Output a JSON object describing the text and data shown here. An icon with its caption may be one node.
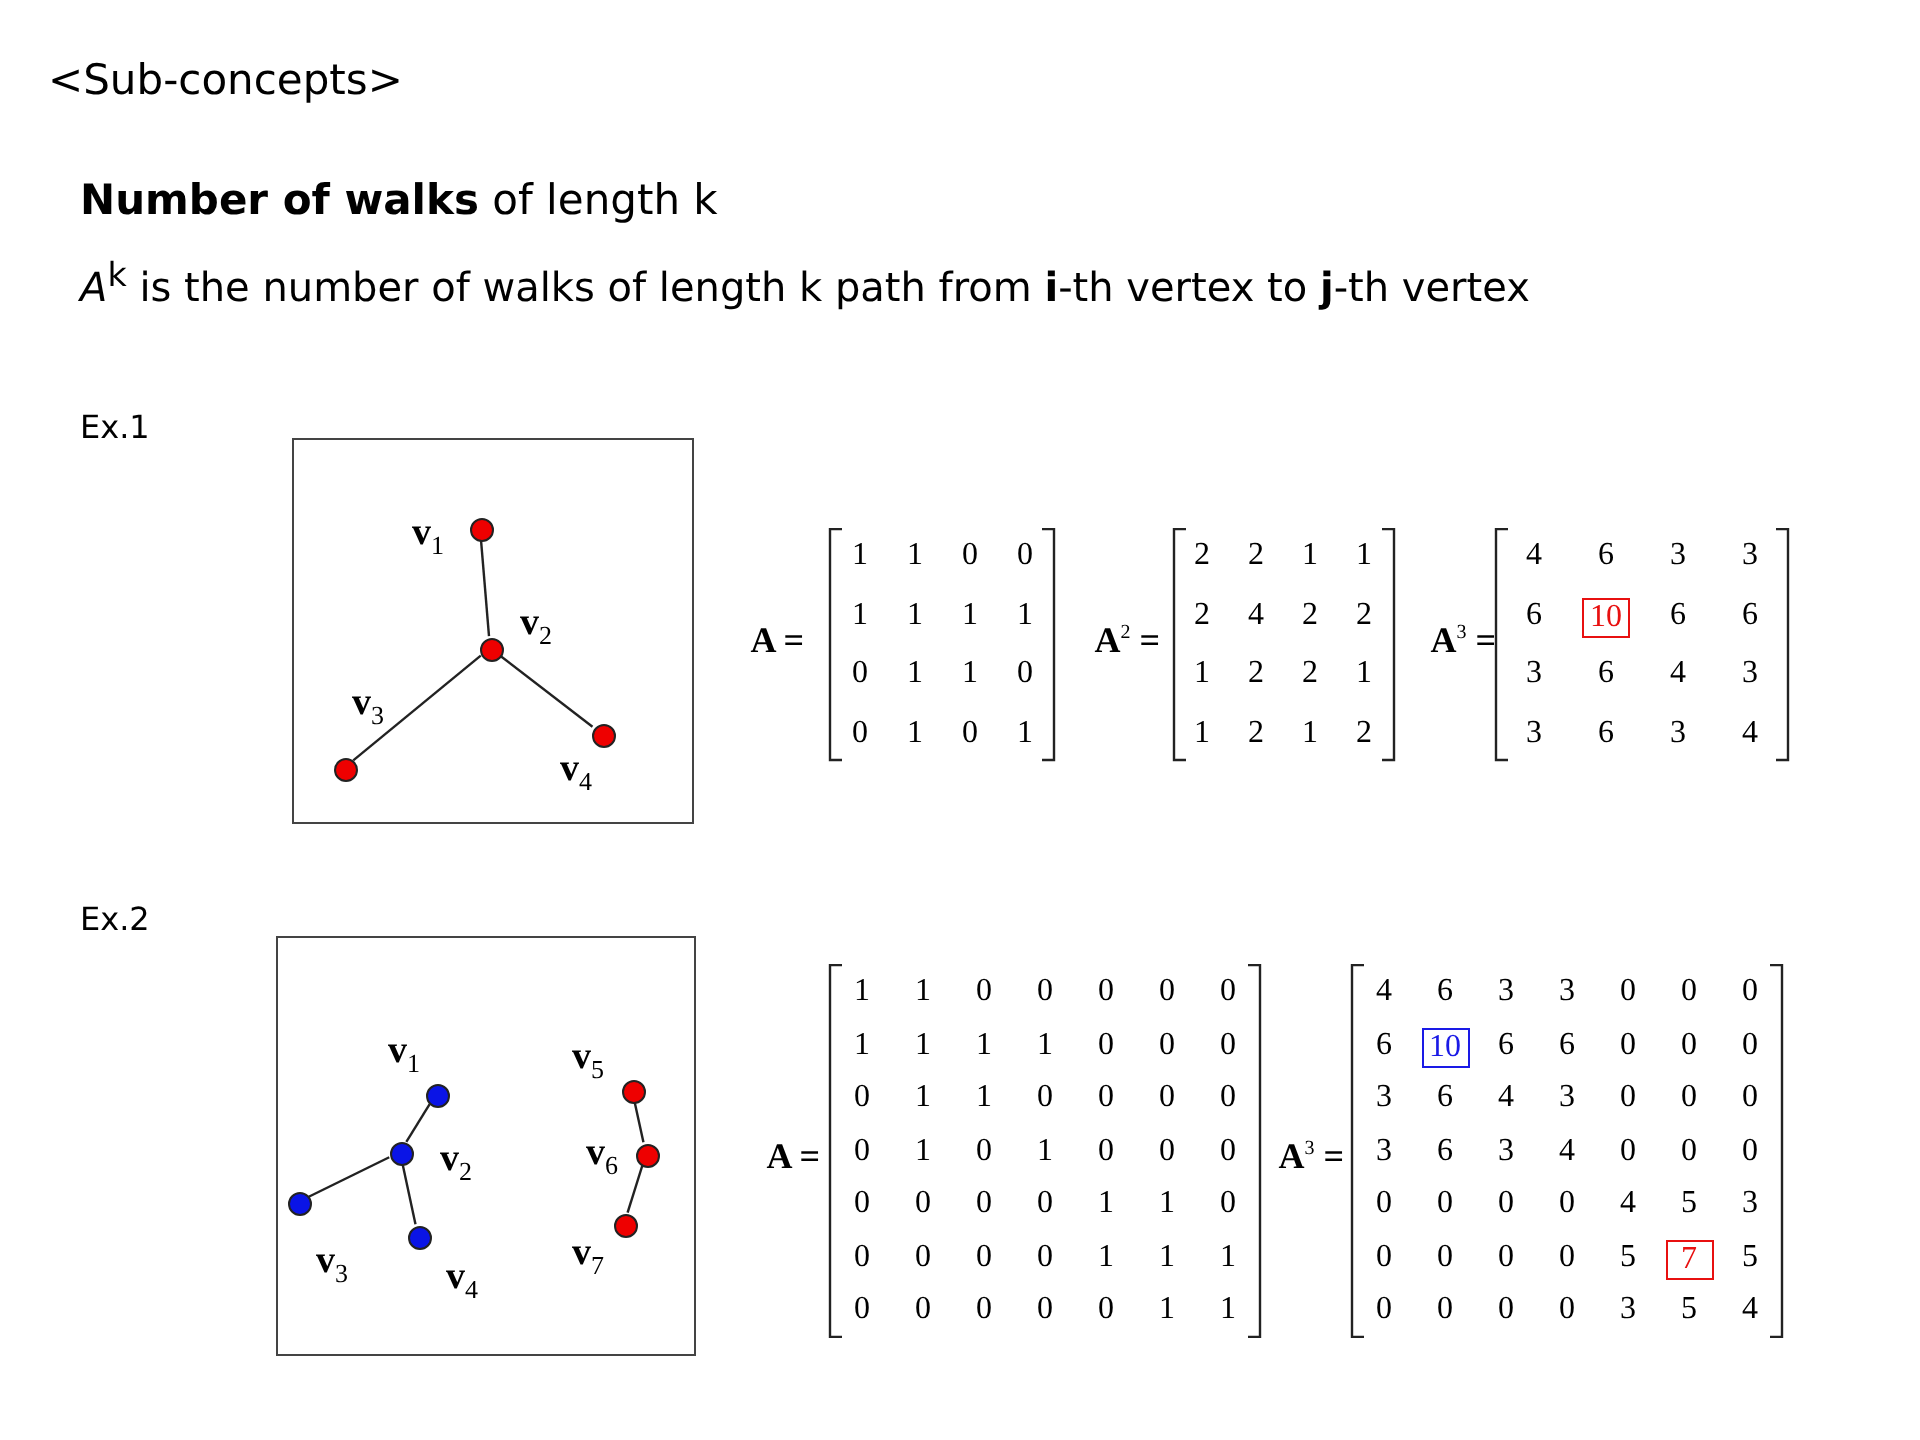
{
  "diagram": {
    "title": "<Sub-concepts>",
    "nodes": [
      {
        "text": [],
        "shape": "box"
      },
      {
        "text": [],
        "shape": "circle",
        "in": 0,
        "beside": [
          "v$_{1}$"
        ]
      },
      {
        "text": [],
        "shape": "circle",
        "in": 0,
        "beside": [
          "v$_{2}$"
        ]
      },
      {
        "text": [],
        "shape": "circle",
        "in": 0,
        "beside": [
          "v$_{3}$"
        ]
      },
      {
        "text": [],
        "shape": "circle",
        "in": 0,
        "beside": [
          "v$_{4}$"
        ]
      },
      {
        "text": [],
        "shape": "box"
      },
      {
        "text": [],
        "shape": "circle",
        "in": 5,
        "beside": [
          "v$_{1}$"
        ]
      },
      {
        "text": [],
        "shape": "circle",
        "in": 5,
        "beside": [
          "v$_{2}$"
        ]
      },
      {
        "text": [],
        "shape": "circle",
        "in": 5,
        "beside": [
          "v$_{3}$"
        ]
      },
      {
        "text": [],
        "shape": "circle",
        "in": 5,
        "beside": [
          "v$_{4}$"
        ]
      },
      {
        "text": [],
        "shape": "circle",
        "in": 5,
        "beside": [
          "v$_{5}$"
        ]
      },
      {
        "text": [],
        "shape": "circle",
        "in": 5,
        "beside": [
          "v$_{6}$"
        ]
      },
      {
        "text": [],
        "shape": "circle",
        "in": 5,
        "beside": [
          "v$_{7}$"
        ]
      }
    ],
    "edges": [
      {
        "from": 1,
        "to": 2,
        "arrow": "none"
      },
      {
        "from": 2,
        "to": 3,
        "arrow": "none"
      },
      {
        "from": 2,
        "to": 4,
        "arrow": "none"
      },
      {
        "from": 6,
        "to": 7,
        "arrow": "none"
      },
      {
        "from": 7,
        "to": 8,
        "arrow": "none"
      },
      {
        "from": 7,
        "to": 9,
        "arrow": "none"
      },
      {
        "from": 10,
        "to": 11,
        "arrow": "none"
      },
      {
        "from": 11,
        "to": 12,
        "arrow": "none"
      }
    ],
    "labels": [
      "**Number of walks** of length k",
      "*A*$^{k}$ is the number of walks of length k path from **i**-th vertex to **j**-th vertex",
      "Ex.1",
      "A =",
      "1",
      "1",
      "0",
      "0",
      "1",
      "1",
      "1",
      "1",
      "0",
      "1",
      "1",
      "0",
      "0",
      "1",
      "0",
      "1",
      "A$^{2}$ =",
      "2",
      "2",
      "1",
      "1",
      "2",
      "4",
      "2",
      "2",
      "1",
      "2",
      "2",
      "1",
      "1",
      "2",
      "1",
      "2",
      "A$^{3}$ =",
      "4",
      "6",
      "3",
      "3",
      "6",
      "10",
      "6",
      "6",
      "3",
      "6",
      "4",
      "3",
      "3",
      "6",
      "3",
      "4",
      "Ex.2",
      "A =",
      "1",
      "1",
      "0",
      "0",
      "0",
      "0",
      "0",
      "1",
      "1",
      "1",
      "1",
      "0",
      "0",
      "0",
      "0",
      "1",
      "1",
      "0",
      "0",
      "0",
      "0",
      "0",
      "1",
      "0",
      "1",
      "0",
      "0",
      "0",
      "0",
      "0",
      "0",
      "0",
      "1",
      "1",
      "0",
      "0",
      "0",
      "0",
      "0",
      "1",
      "1",
      "1",
      "0",
      "0",
      "0",
      "0",
      "0",
      "1",
      "1",
      "A$^{3}$ =",
      "4",
      "6",
      "3",
      "3",
      "0",
      "0",
      "0",
      "6",
      "10",
      "6",
      "6",
      "0",
      "0",
      "0",
      "3",
      "6",
      "4",
      "3",
      "0",
      "0",
      "0",
      "3",
      "6",
      "3",
      "4",
      "0",
      "0",
      "0",
      "0",
      "0",
      "0",
      "0",
      "4",
      "5",
      "3",
      "0",
      "0",
      "0",
      "0",
      "5",
      "7",
      "5",
      "0",
      "0",
      "0",
      "0",
      "3",
      "5",
      "4"
    ]
  }
}
